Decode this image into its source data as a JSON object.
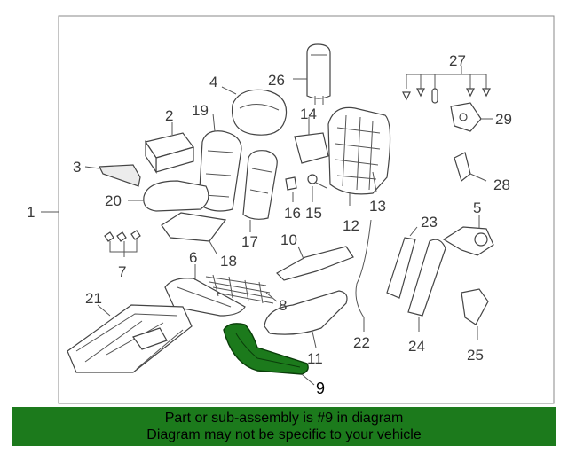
{
  "diagram": {
    "callouts": [
      "1",
      "2",
      "3",
      "4",
      "5",
      "6",
      "7",
      "8",
      "9",
      "10",
      "11",
      "12",
      "13",
      "14",
      "15",
      "16",
      "17",
      "18",
      "19",
      "20",
      "21",
      "22",
      "23",
      "24",
      "25",
      "26",
      "27",
      "28",
      "29"
    ],
    "highlight_callout": "9",
    "highlight_color": "#1c7a1c"
  },
  "footer": {
    "line1": "Part or sub-assembly is #9 in diagram",
    "line2": "Diagram may not be specific to your vehicle",
    "background": "#1c7a1c"
  }
}
